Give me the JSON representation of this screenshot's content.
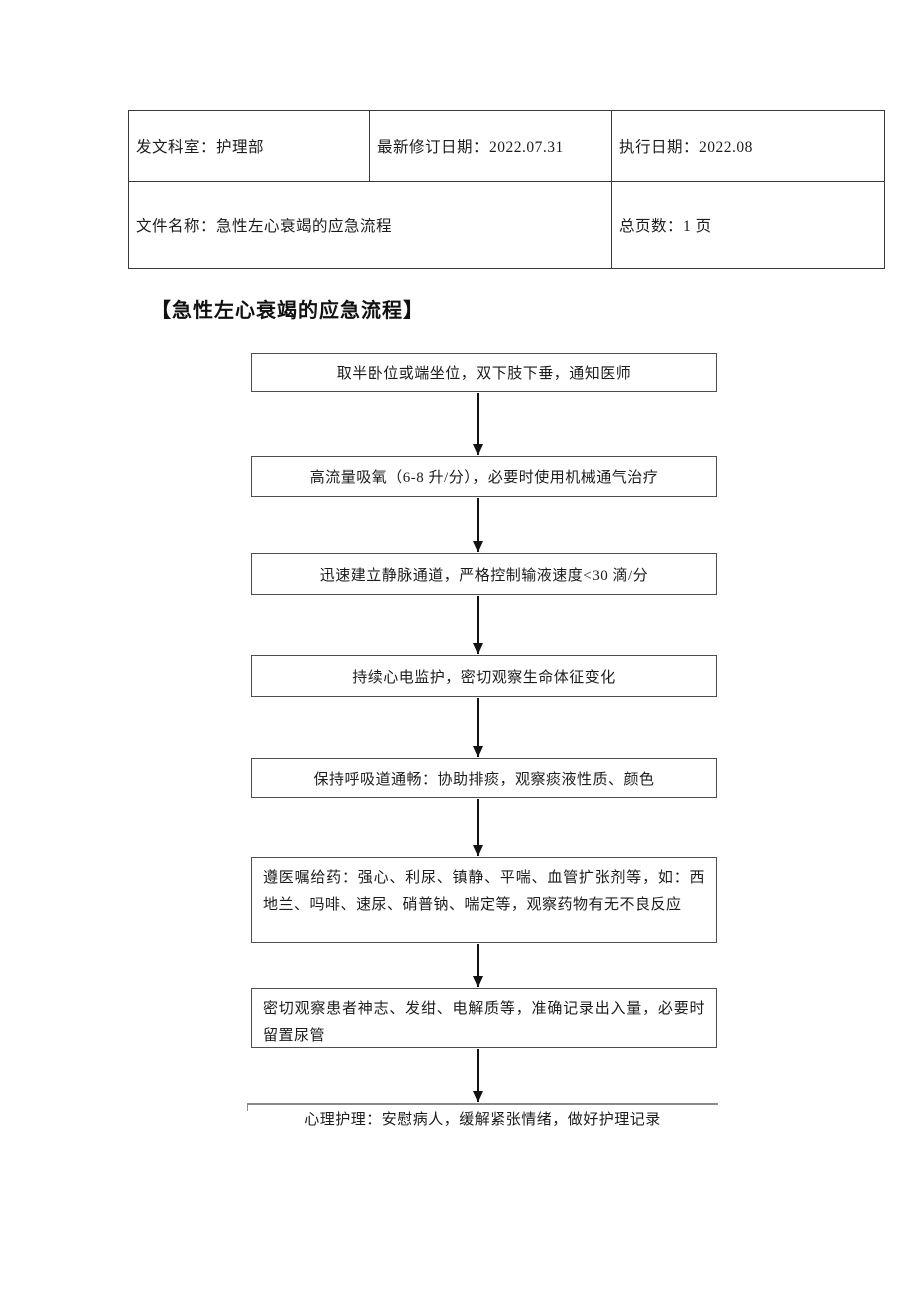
{
  "header_table": {
    "row1": {
      "issuing_dept": "发文科室：护理部",
      "revision_date": "最新修订日期：2022.07.31",
      "execution_date": "执行日期：2022.08"
    },
    "row2": {
      "file_name": "文件名称：急性左心衰竭的应急流程",
      "total_pages": "总页数：1 页"
    }
  },
  "heading": "【急性左心衰竭的应急流程】",
  "flowchart": {
    "steps": [
      {
        "text": "取半卧位或端坐位，双下肢下垂，通知医师"
      },
      {
        "text": "高流量吸氧（6-8 升/分），必要时使用机械通气治疗"
      },
      {
        "text": "迅速建立静脉通道，严格控制输液速度<30 滴/分"
      },
      {
        "text": "持续心电监护，密切观察生命体征变化"
      },
      {
        "text": "保持呼吸道通畅：协助排痰，观察痰液性质、颜色"
      },
      {
        "text": "遵医嘱给药：强心、利尿、镇静、平喘、血管扩张剂等，如：西地兰、吗啡、速尿、硝普钠、喘定等，观察药物有无不良反应"
      },
      {
        "text": "密切观察患者神志、发绀、电解质等，准确记录出入量，必要时留置尿管"
      },
      {
        "text": "心理护理：安慰病人，缓解紧张情绪，做好护理记录"
      }
    ]
  },
  "colors": {
    "page_background": "#ffffff",
    "table_border": "#3a3a3a",
    "box_border": "#4f4f4f",
    "partial_box_border": "#8a8a8a",
    "arrow": "#121212",
    "text": "#1c1c1c"
  }
}
